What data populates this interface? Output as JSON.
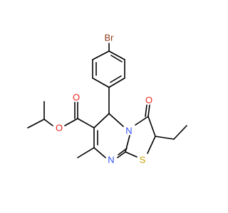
{
  "molecule": {
    "atoms": {
      "br": {
        "label": "Br",
        "color": "#8B3A1A"
      },
      "o_ester": {
        "label": "O",
        "color": "#E8231C"
      },
      "o_carbonyl_ester": {
        "label": "O",
        "color": "#E8231C"
      },
      "o_carbonyl_ring": {
        "label": "O",
        "color": "#E8231C"
      },
      "n_bridge": {
        "label": "N",
        "color": "#3050F8"
      },
      "n_ring": {
        "label": "N",
        "color": "#3050F8"
      },
      "s_ring": {
        "label": "S",
        "color": "#C8A000"
      }
    }
  }
}
